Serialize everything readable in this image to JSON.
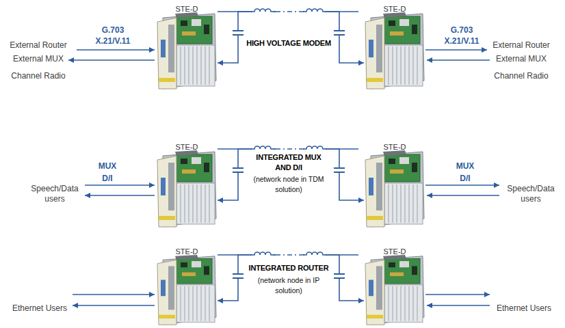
{
  "diagram": {
    "nodes": [
      {
        "text": [
          "STE-D"
        ]
      },
      {
        "text": [
          "STE-D"
        ]
      },
      {
        "text": [
          "STE-D"
        ]
      },
      {
        "text": [
          "STE-D"
        ]
      },
      {
        "text": [
          "STE-D"
        ]
      },
      {
        "text": [
          "STE-D"
        ]
      }
    ],
    "edges": [
      {
        "from": 0,
        "to": 1,
        "arrow": "both"
      },
      {
        "from": 2,
        "to": 3,
        "arrow": "both"
      },
      {
        "from": 4,
        "to": 5,
        "arrow": "both"
      }
    ],
    "labels": [
      "G.703",
      "X.21/V.11",
      "External Router",
      "External MUX",
      "Channel Radio",
      "HIGH VOLTAGE MODEM",
      "G.703",
      "X.21/V.11",
      "External Router",
      "External MUX",
      "Channel Radio",
      "MUX",
      "D/I",
      "Speech/Data users",
      "INTEGRATED MUX AND D/I",
      "(network node in TDM solution)",
      "MUX",
      "D/I",
      "Speech/Data users",
      "Ethernet Users",
      "INTEGRATED ROUTER",
      "(network node in IP solution)",
      "Ethernet Users"
    ]
  }
}
